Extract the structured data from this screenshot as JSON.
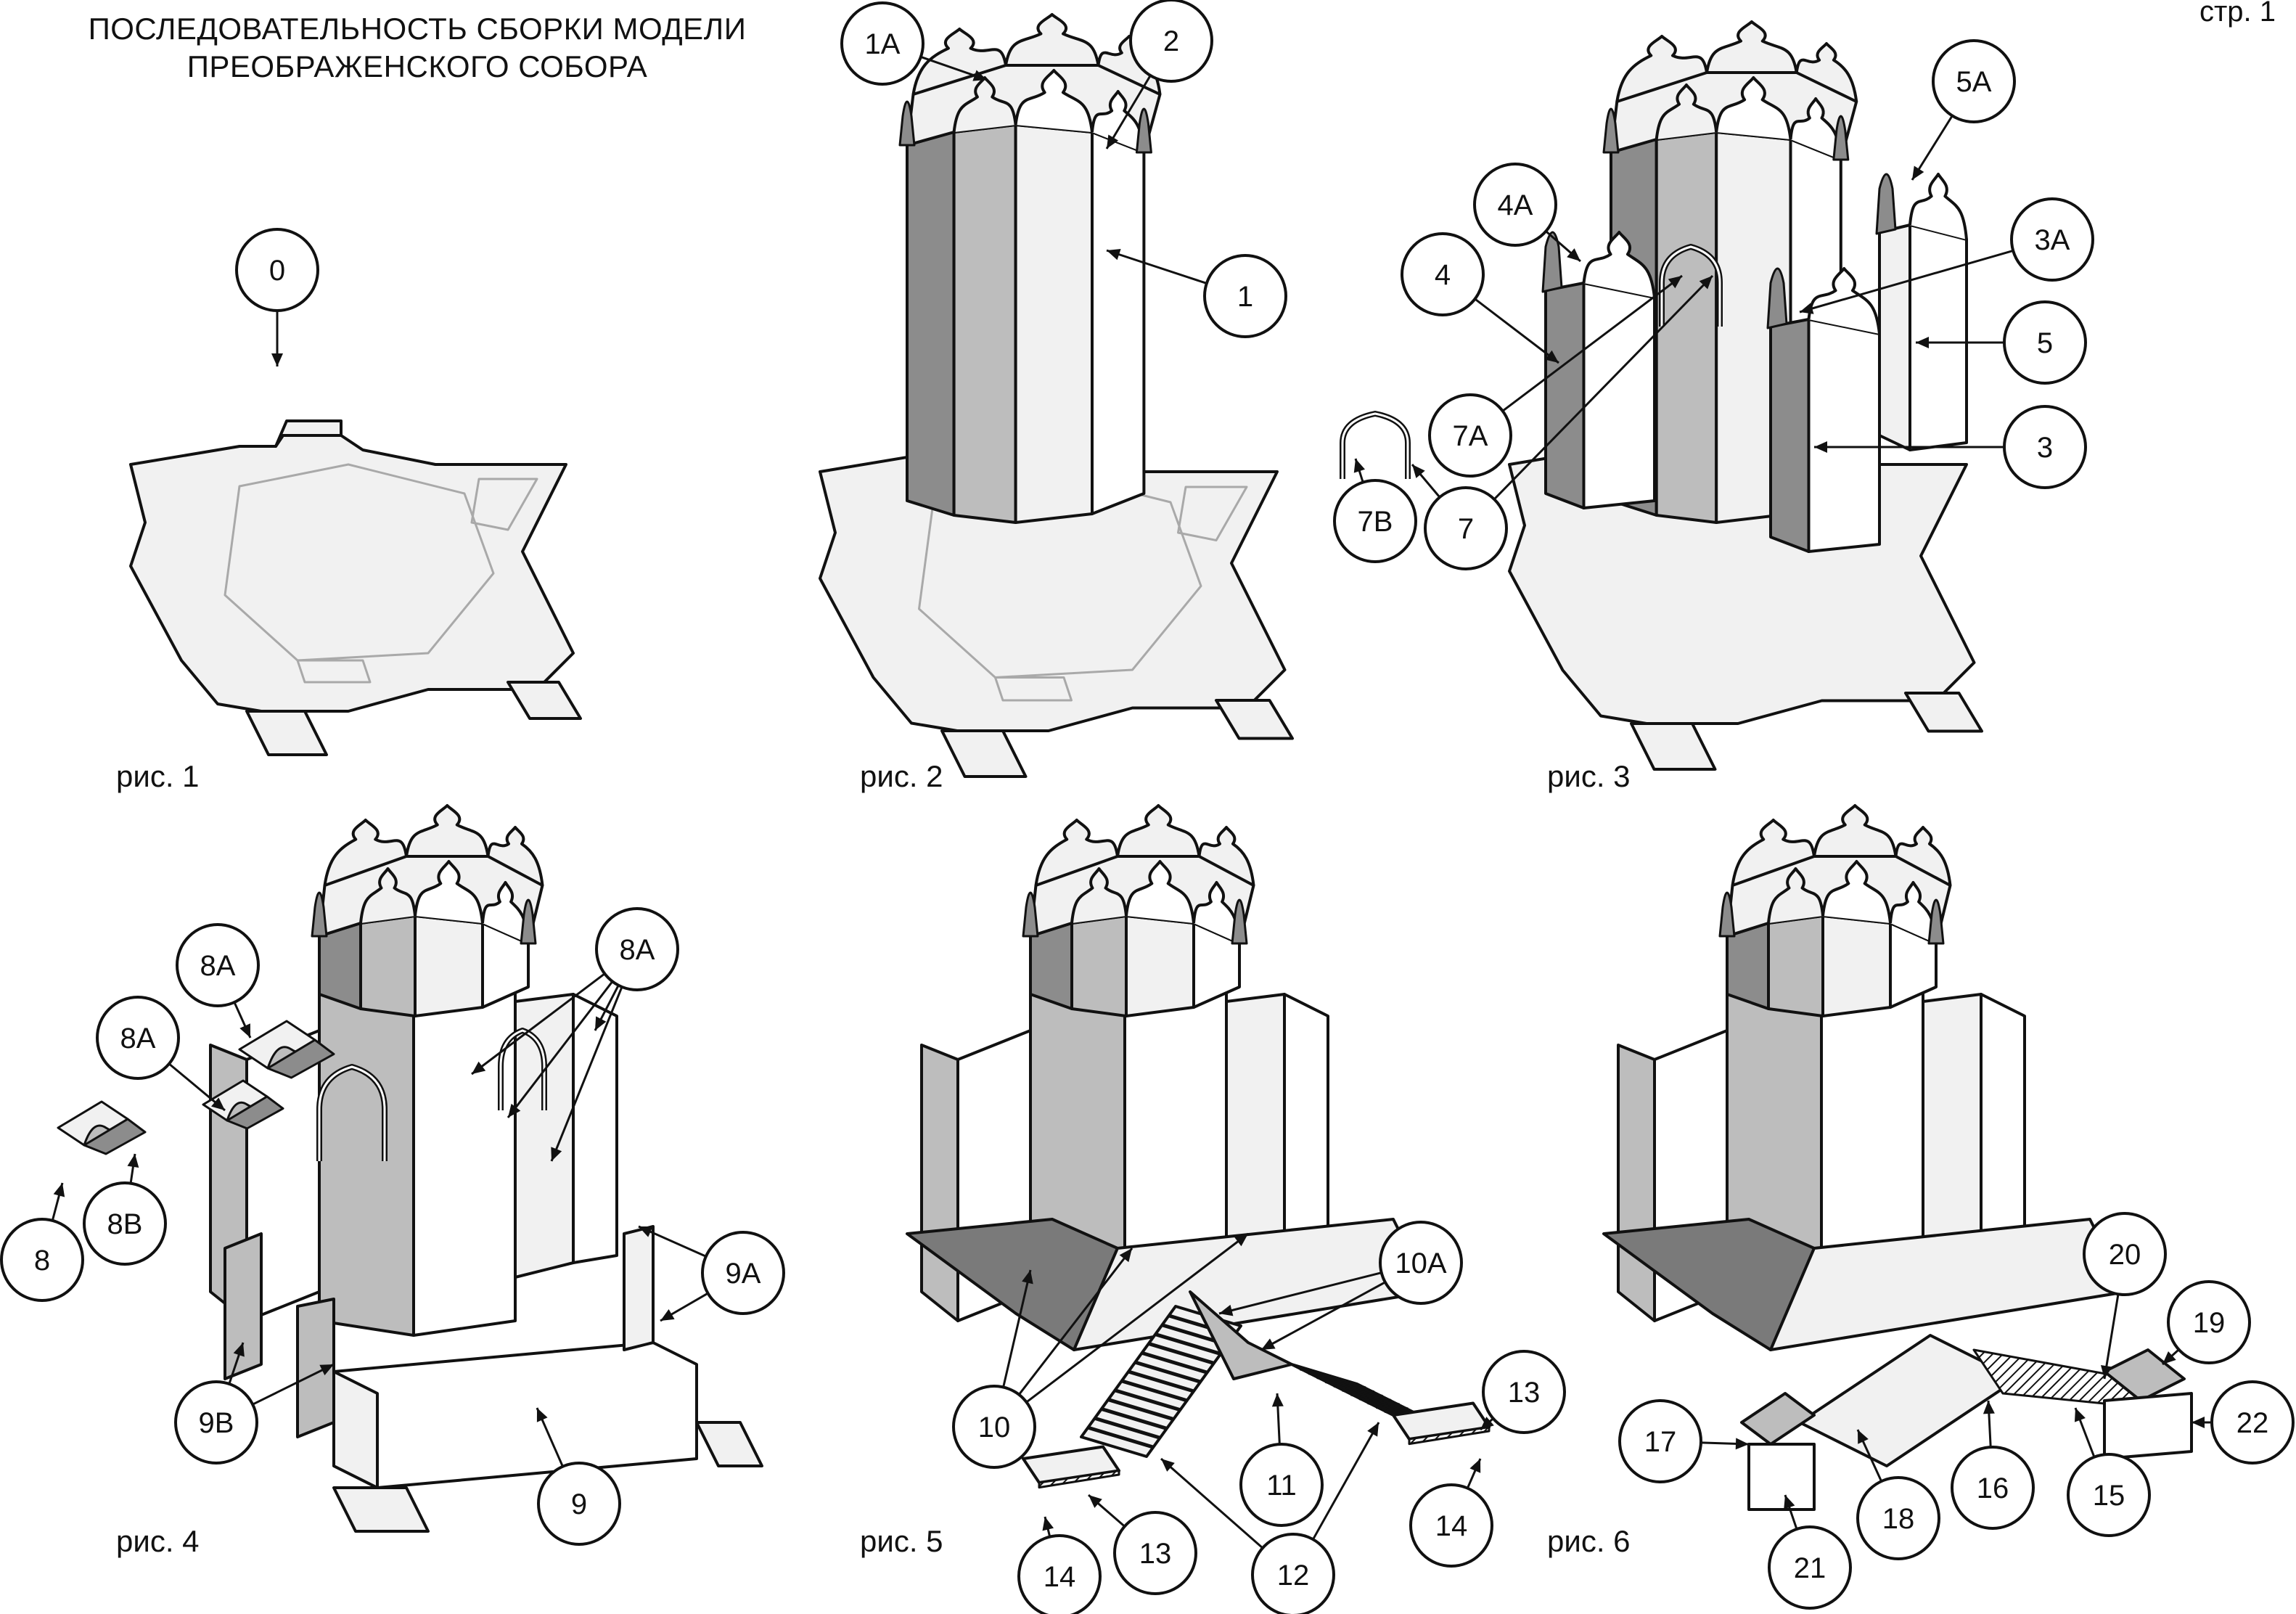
{
  "document": {
    "title_line1": "ПОСЛЕДОВАТЕЛЬНОСТЬ СБОРКИ МОДЕЛИ",
    "title_line2": "ПРЕОБРАЖЕНСКОГО СОБОРА",
    "page_number": "стр. 1"
  },
  "figures": [
    {
      "caption": "рис. 1",
      "callouts": [
        "0"
      ]
    },
    {
      "caption": "рис. 2",
      "callouts": [
        "1А",
        "2",
        "1"
      ]
    },
    {
      "caption": "рис. 3",
      "callouts": [
        "5А",
        "4А",
        "3А",
        "4",
        "5",
        "7А",
        "3",
        "7В",
        "7"
      ]
    },
    {
      "caption": "рис. 4",
      "callouts": [
        "8А",
        "8А",
        "8А",
        "9А",
        "8",
        "8В",
        "9В",
        "9"
      ]
    },
    {
      "caption": "рис. 5",
      "callouts": [
        "10А",
        "13",
        "10",
        "11",
        "14",
        "13",
        "12",
        "14"
      ]
    },
    {
      "caption": "рис. 6",
      "callouts": [
        "20",
        "19",
        "22",
        "17",
        "16",
        "15",
        "18",
        "21"
      ]
    }
  ],
  "colors": {
    "ink": "#111111",
    "paper": "#ffffff",
    "face_light": "#f1f1f1",
    "face_mid": "#bdbdbd",
    "face_dark": "#8c8c8c",
    "roof_dark": "#7a7a7a",
    "guide_line": "#a9a9a9"
  }
}
